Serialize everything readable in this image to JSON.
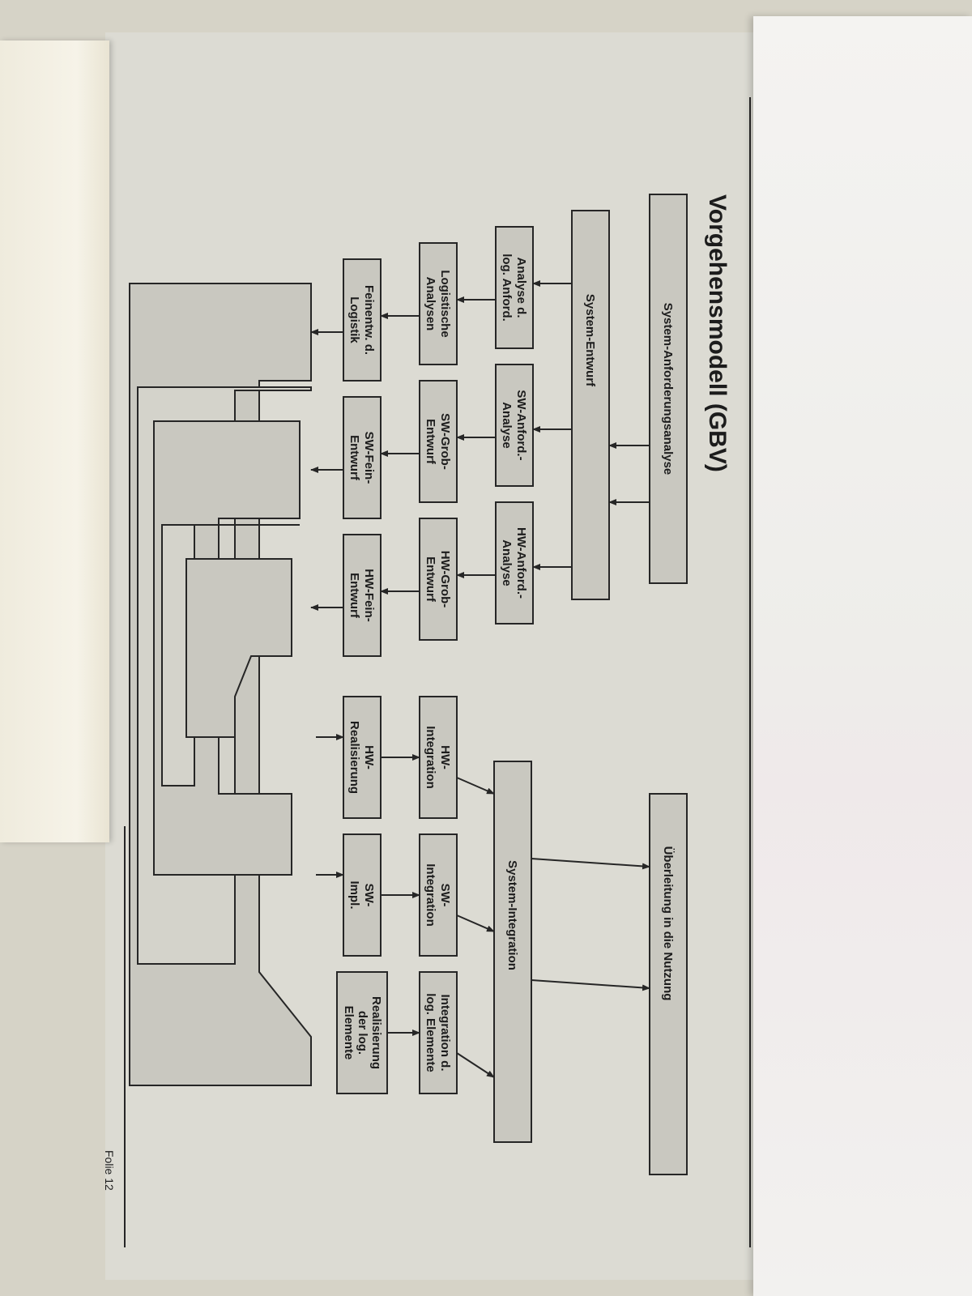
{
  "slide": {
    "title": "Vorgehensmodell (GBV)",
    "footer": "Folie 12"
  },
  "boxes": {
    "system_anforderungsanalyse": "System-Anforderungsanalyse",
    "system_entwurf": "System-Entwurf",
    "analyse_log_anford": [
      "Analyse d.",
      "log. Anford."
    ],
    "logistische_analysen": [
      "Logistische",
      "Analysen"
    ],
    "feinentw_logistik": [
      "Feinentw. d.",
      "Logistik"
    ],
    "sw_anford_analyse": [
      "SW-Anford.-",
      "Analyse"
    ],
    "sw_grob_entwurf": [
      "SW-Grob-",
      "Entwurf"
    ],
    "sw_fein_entwurf": [
      "SW-Fein-",
      "Entwurf"
    ],
    "hw_anford_analyse": [
      "HW-Anford.-",
      "Analyse"
    ],
    "hw_grob_entwurf": [
      "HW-Grob-",
      "Entwurf"
    ],
    "hw_fein_entwurf": [
      "HW-Fein-",
      "Entwurf"
    ],
    "hw_realisierung": [
      "HW-",
      "Realisierung"
    ],
    "hw_integration": [
      "HW-",
      "Integration"
    ],
    "sw_impl": [
      "SW-",
      "Impl."
    ],
    "sw_integration": [
      "SW-",
      "Integration"
    ],
    "realisierung_log_elemente": [
      "Realisierung",
      "der log.",
      "Elemente"
    ],
    "integration_log_elemente": [
      "Integration d.",
      "log. Elemente"
    ],
    "system_integration": "System-Integration",
    "ueberleitung_nutzung": "Überleitung in die Nutzung"
  },
  "colors": {
    "box_fill": "#c9c8c0",
    "line": "#262626",
    "paper": "#dcdbd3"
  }
}
